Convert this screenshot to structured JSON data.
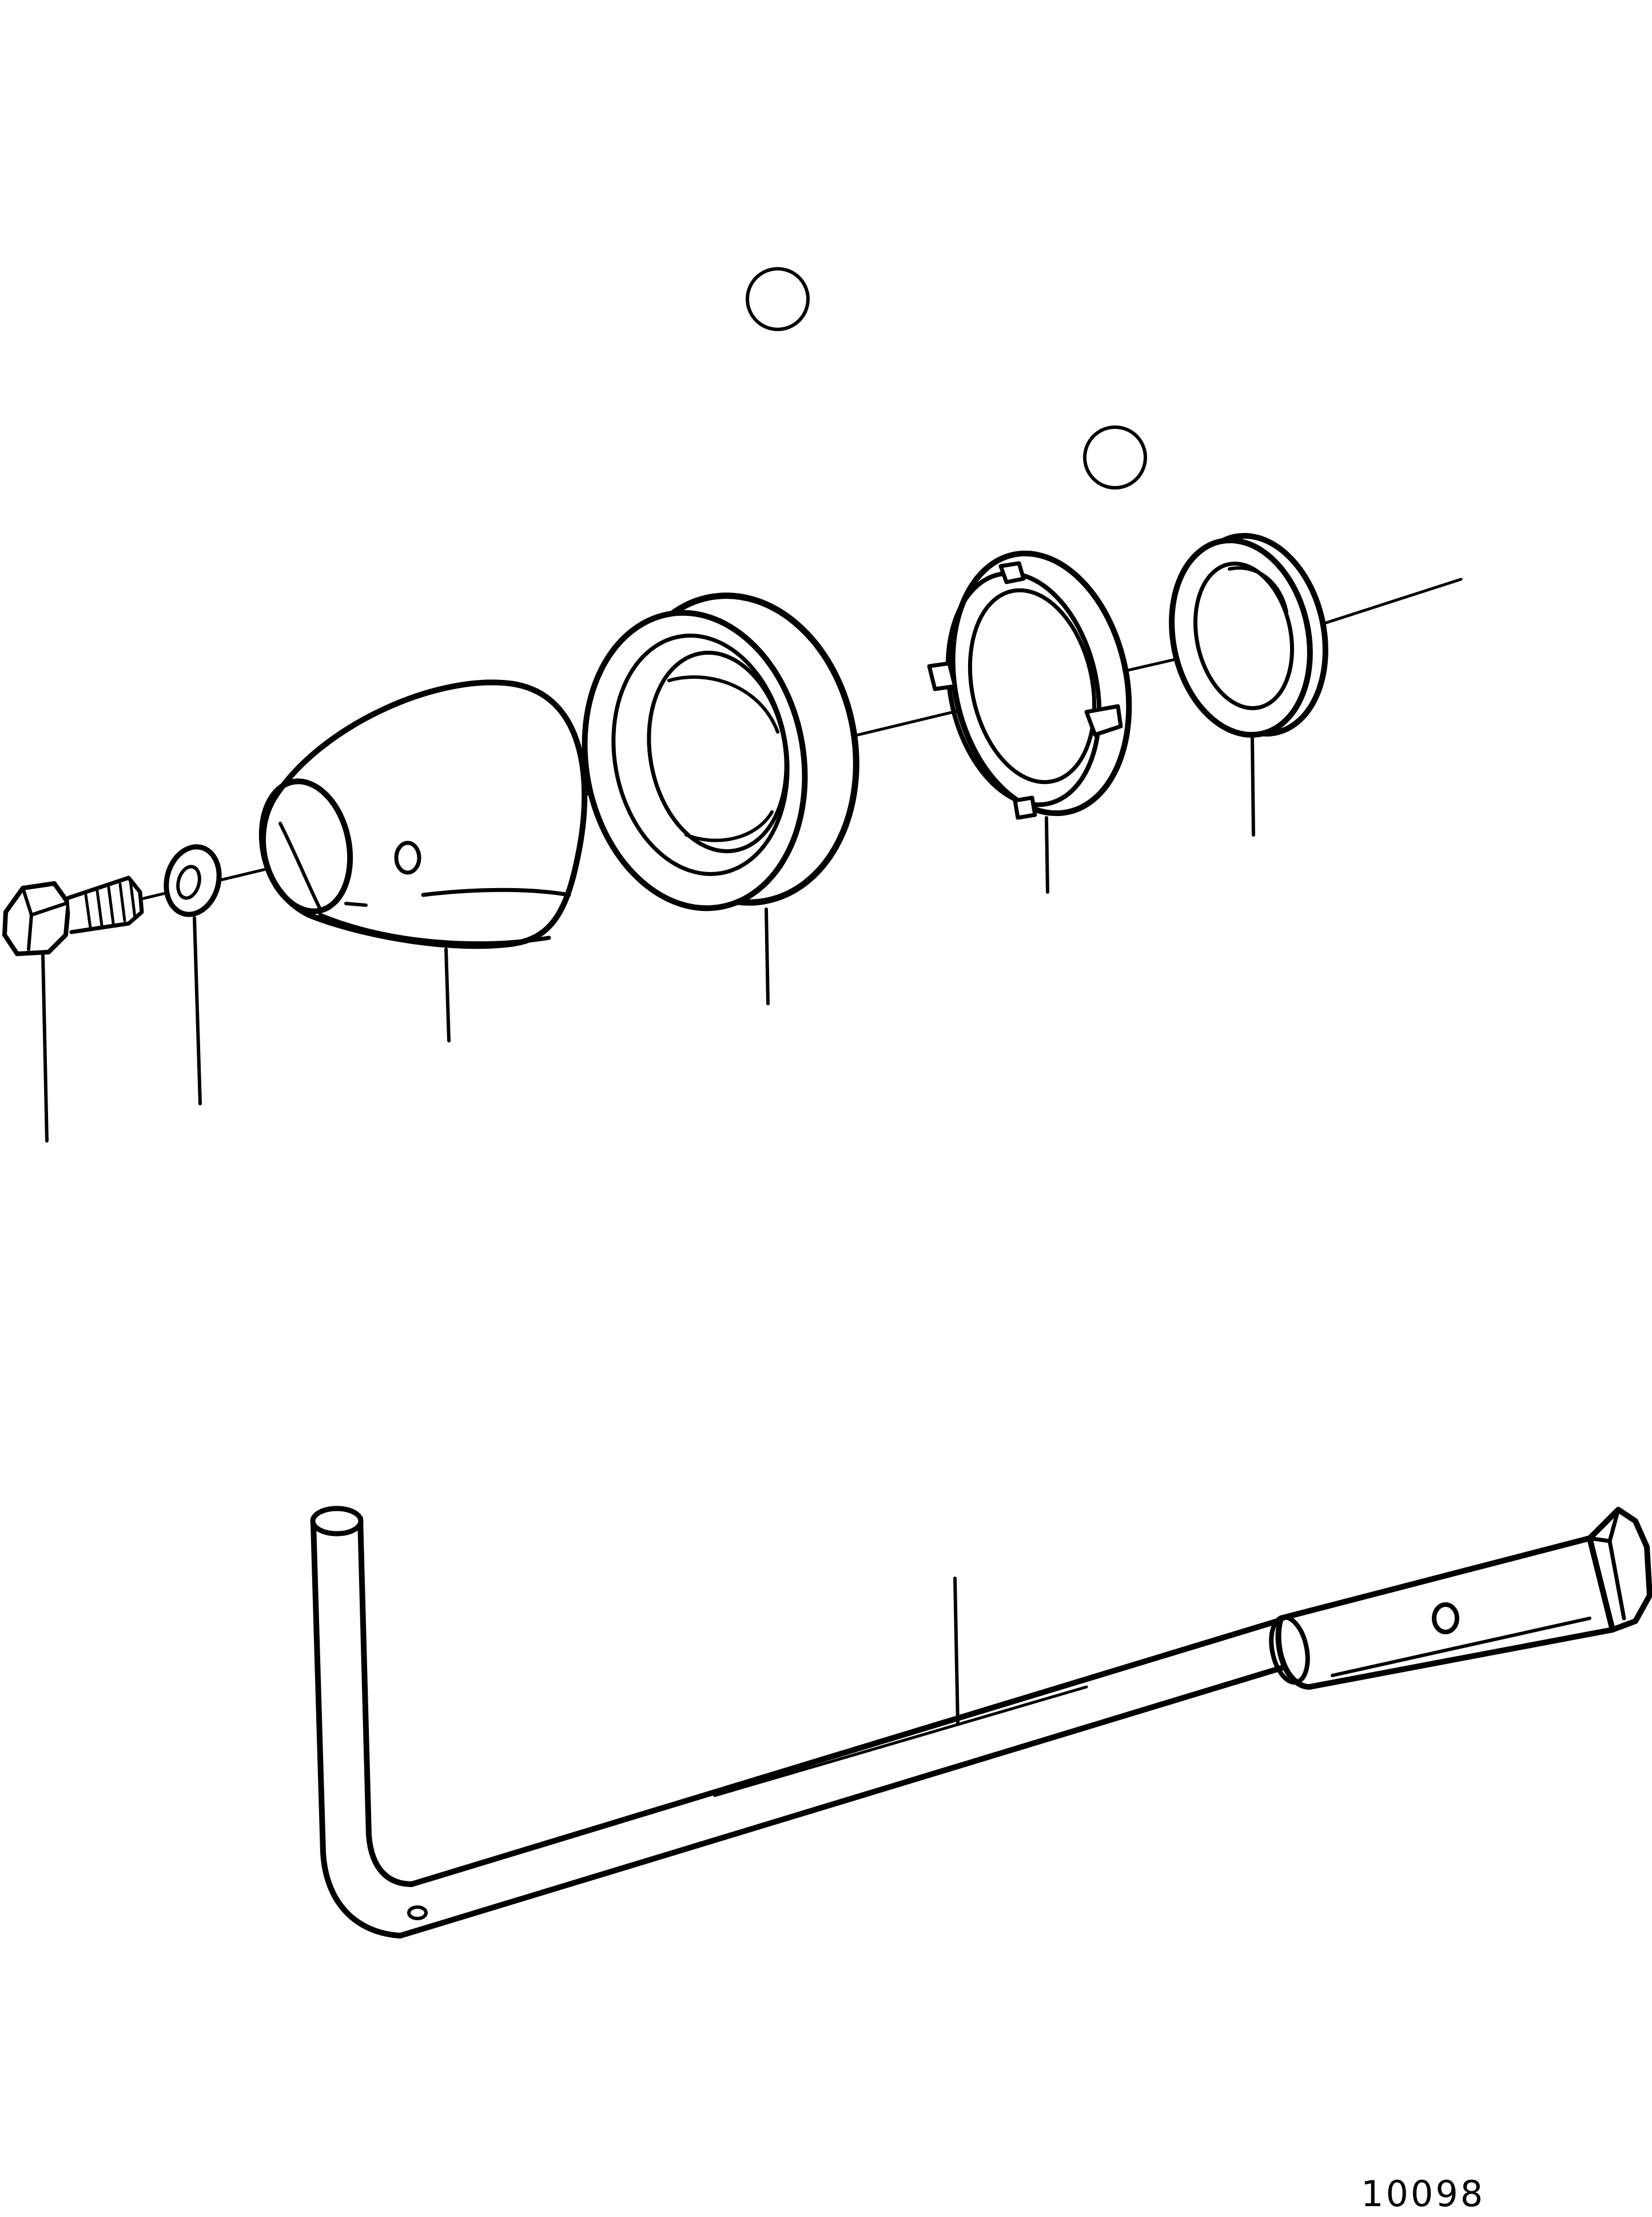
{
  "drawing_number": "10098",
  "colors": {
    "ink": "#000000",
    "paper": "#ffffff"
  },
  "parts": [
    {
      "name": "bolt"
    },
    {
      "name": "washer"
    },
    {
      "name": "propeller-cone"
    },
    {
      "name": "seal-ring"
    },
    {
      "name": "slotted-nut"
    },
    {
      "name": "spacer-ring"
    },
    {
      "name": "socket-wrench-tool"
    }
  ],
  "markers": [
    {
      "name": "reference-circle-upper"
    },
    {
      "name": "reference-circle-lower"
    }
  ]
}
